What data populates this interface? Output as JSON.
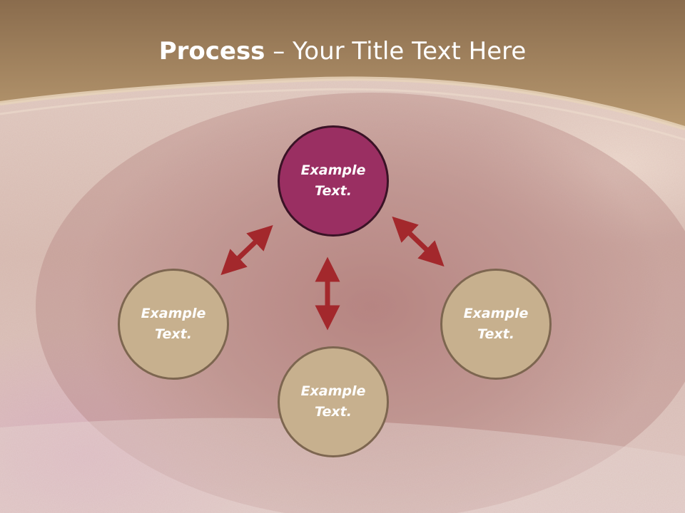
{
  "slide": {
    "title_bold": "Process",
    "title_rest": " – Your Title Text Here"
  },
  "diagram": {
    "nodes": [
      {
        "id": "top",
        "line1": "Example",
        "line2": "Text."
      },
      {
        "id": "left",
        "line1": "Example",
        "line2": "Text."
      },
      {
        "id": "right",
        "line1": "Example",
        "line2": "Text."
      },
      {
        "id": "bottom",
        "line1": "Example",
        "line2": "Text."
      }
    ],
    "connectors": [
      "top-left",
      "top-bottom",
      "top-right"
    ]
  },
  "colors": {
    "header": "#a6865e",
    "highlight_node": "#9a2f62",
    "node": "#c7b08e",
    "arrow": "#a3282c"
  }
}
